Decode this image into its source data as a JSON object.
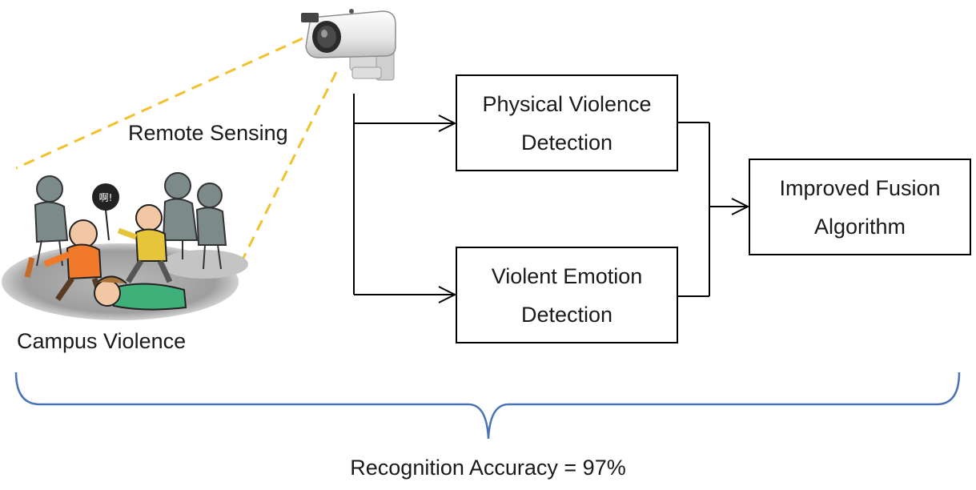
{
  "labels": {
    "remote_sensing": "Remote Sensing",
    "campus_violence": "Campus Violence",
    "recognition_accuracy": "Recognition Accuracy = 97%"
  },
  "boxes": {
    "physical": {
      "line1": "Physical Violence",
      "line2": "Detection"
    },
    "emotion": {
      "line1": "Violent Emotion",
      "line2": "Detection"
    },
    "fusion": {
      "line1": "Improved Fusion",
      "line2": "Algorithm"
    }
  },
  "illustration": {
    "speech_bubble_text": "啊!"
  },
  "colors": {
    "dashed_line": "#F2C12E",
    "brace": "#4A73B5",
    "box_border": "#000000",
    "ground": "#A9A9A9"
  },
  "icons": [
    "security-camera-icon"
  ]
}
